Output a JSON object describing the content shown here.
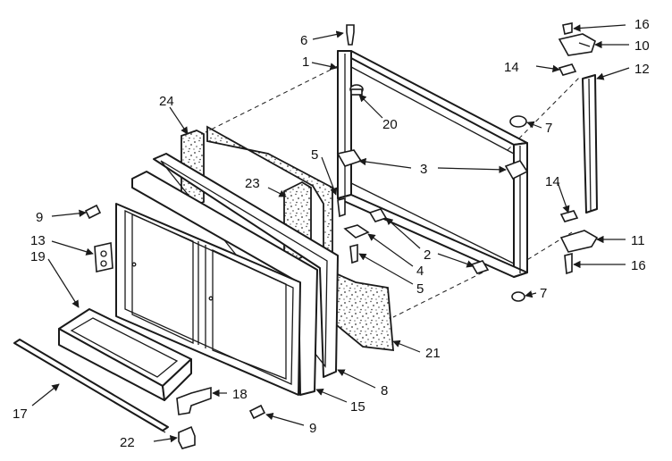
{
  "callouts": {
    "c1": "1",
    "c2": "2",
    "c3": "3",
    "c4": "4",
    "c5a": "5",
    "c5b": "5",
    "c6": "6",
    "c7a": "7",
    "c7b": "7",
    "c8": "8",
    "c9a": "9",
    "c9b": "9",
    "c10": "10",
    "c11": "11",
    "c12": "12",
    "c13": "13",
    "c14a": "14",
    "c14b": "14",
    "c15": "15",
    "c16a": "16",
    "c16b": "16",
    "c17": "17",
    "c18": "18",
    "c19": "19",
    "c20": "20",
    "c21": "21",
    "c22": "22",
    "c23": "23",
    "c24": "24"
  }
}
